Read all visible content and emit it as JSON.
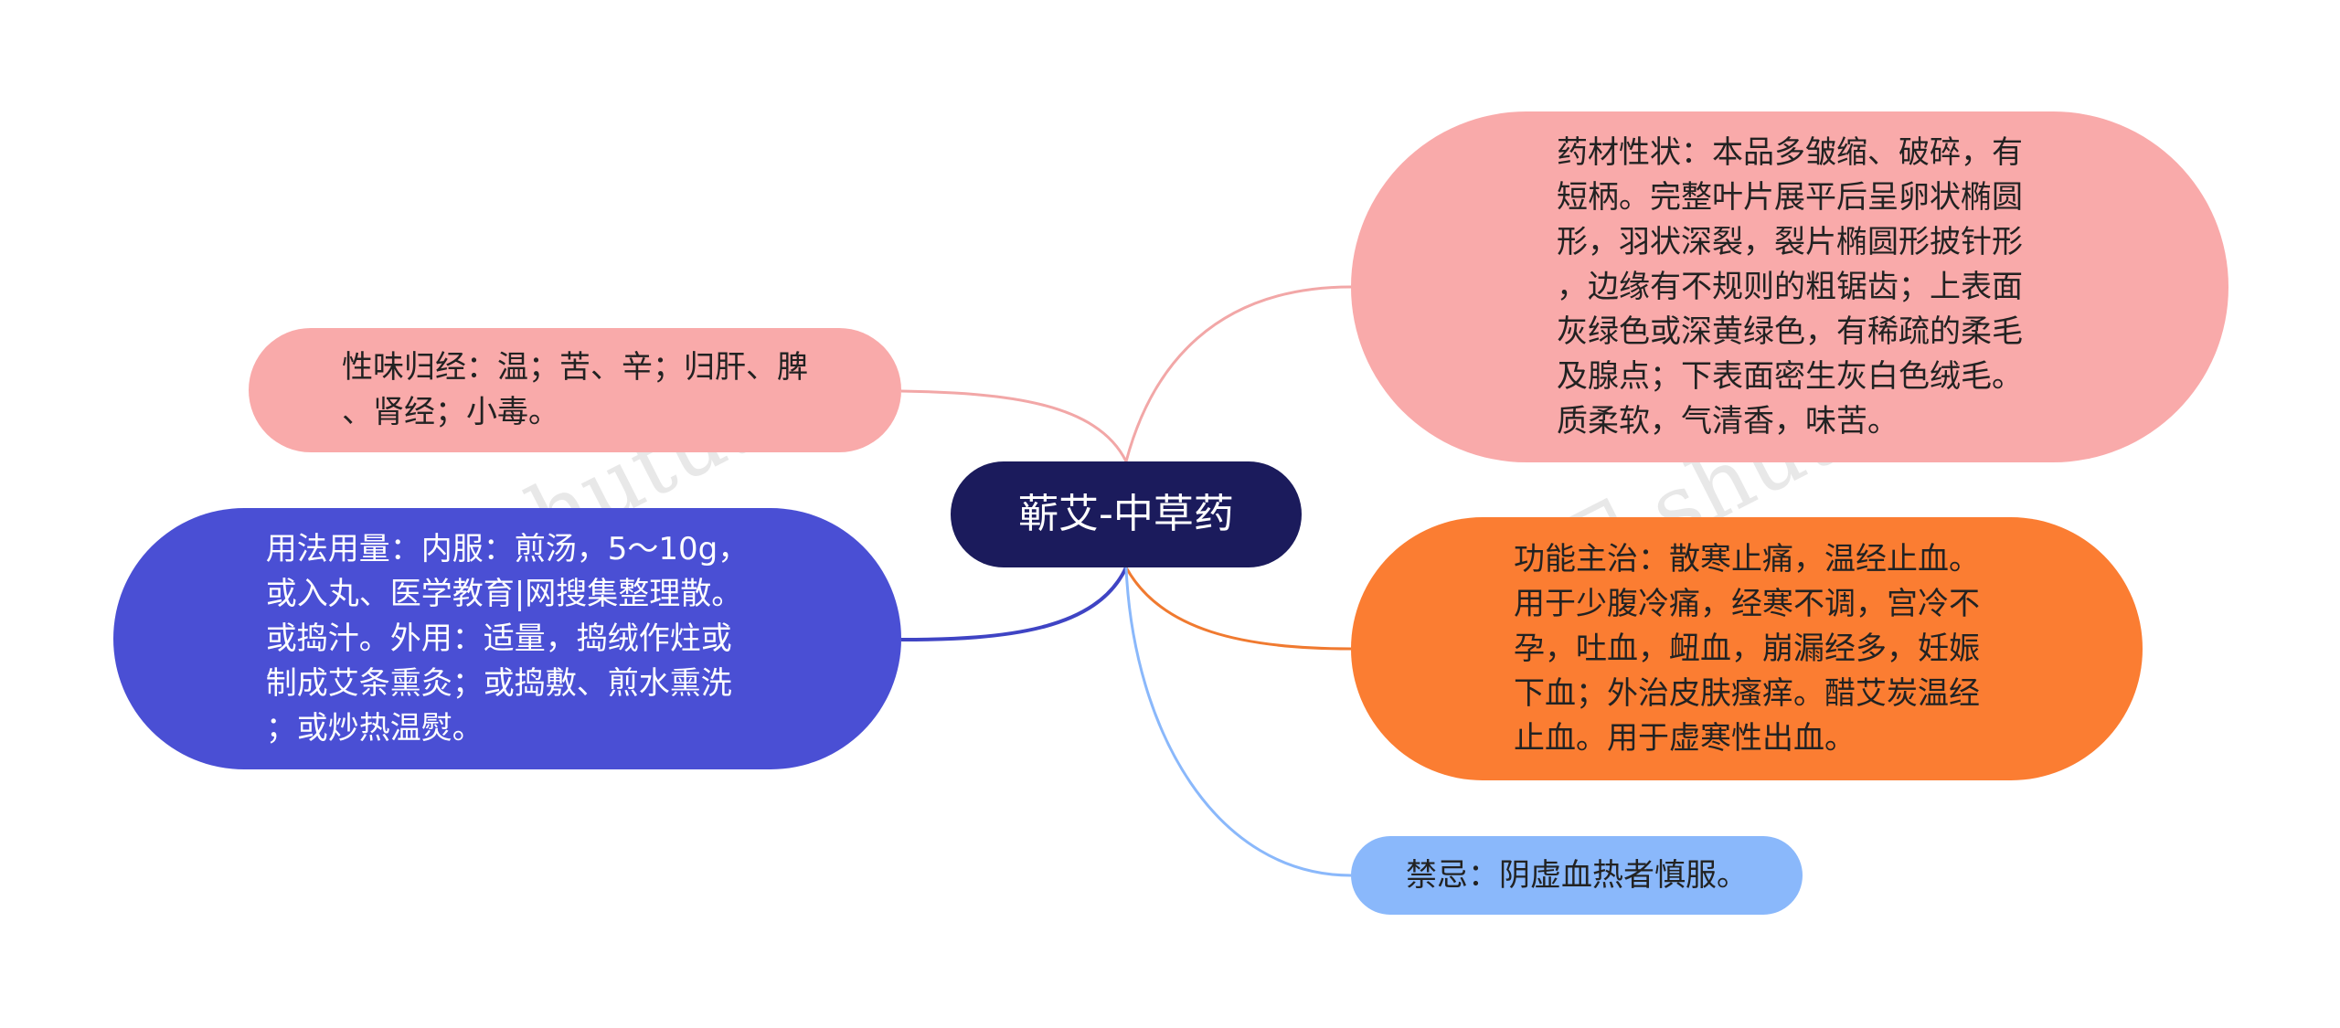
{
  "center": {
    "label": "蕲艾-中草药"
  },
  "nodes": {
    "xingwei": {
      "text": "性味归经：温；苦、辛；归肝、脾\n、肾经；小毒。",
      "color": "#f9aaaa"
    },
    "yongfa": {
      "text": "用法用量：内服：煎汤，5～10g，\n或入丸、医学教育|网搜集整理散。\n或捣汁。外用：适量，捣绒作炷或\n制成艾条熏灸；或捣敷、煎水熏洗\n；或炒热温熨。",
      "color": "#4a4fd4"
    },
    "yaocai": {
      "text": "药材性状：本品多皱缩、破碎，有\n短柄。完整叶片展平后呈卵状椭圆\n形，羽状深裂，裂片椭圆形披针形\n，边缘有不规则的粗锯齿；上表面\n灰绿色或深黄绿色，有稀疏的柔毛\n及腺点；下表面密生灰白色绒毛。\n质柔软，气清香，味苦。",
      "color": "#f9aaaa"
    },
    "gongneng": {
      "text": "功能主治：散寒止痛，温经止血。\n用于少腹冷痛，经寒不调，宫冷不\n孕，吐血，衄血，崩漏经多，妊娠\n下血；外治皮肤瘙痒。醋艾炭温经\n止血。用于虚寒性出血。",
      "color": "#fb7d32"
    },
    "jinji": {
      "text": "禁忌：阴虚血热者慎服。",
      "color": "#8ab8fb"
    }
  },
  "watermark": "树图 shutu.cn",
  "colors": {
    "center_bg": "#1b1b5c",
    "edge_xingwei": "#f2a7a7",
    "edge_yongfa": "#3f44c4",
    "edge_yaocai": "#f2a7a7",
    "edge_gongneng": "#f07a30",
    "edge_jinji": "#8ab8fb"
  }
}
